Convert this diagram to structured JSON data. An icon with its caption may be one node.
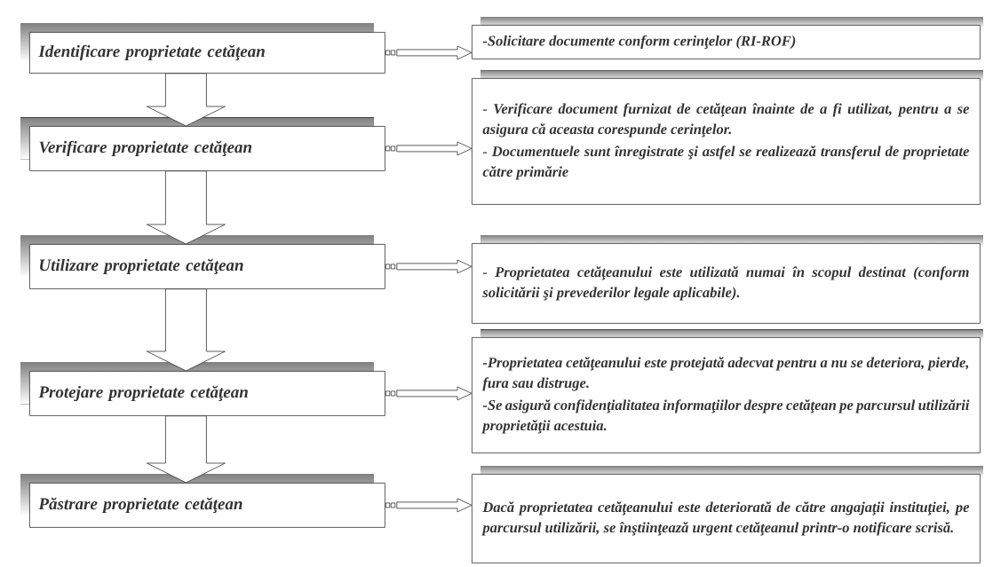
{
  "diagram": {
    "nodes": [
      {
        "text": [
          "Identificare proprietate cetăţean"
        ]
      },
      {
        "text": [
          "Verificare proprietate cetăţean"
        ]
      },
      {
        "text": [
          "Utilizare proprietate cetăţean"
        ]
      },
      {
        "text": [
          "Protejare proprietate cetăţean"
        ]
      },
      {
        "text": [
          "Păstrare proprietate cetăţean"
        ]
      },
      {
        "text": [
          "-Solicitare documente conform cerinţelor (RI-ROF)"
        ]
      },
      {
        "text": [
          "- Verificare document furnizat de cetăţean înainte de a fi utilizat, pentru a se asigura că aceasta corespunde cerinţelor.",
          "- Documentuele sunt înregistrate şi astfel se realizează transferul de proprietate către primărie"
        ]
      },
      {
        "text": [
          "- Proprietatea cetăţeanului este utilizată numai în scopul destinat (conform solicitării şi prevederilor legale aplicabile)."
        ]
      },
      {
        "text": [
          "-Proprietatea cetăţeanului este protejată adecvat pentru a nu se deteriora, pierde, fura sau distruge.",
          "-Se asigură confidenţialitatea informaţiilor despre cetăţean pe parcursul utilizării proprietăţii acestuia."
        ]
      },
      {
        "text": [
          "Dacă proprietatea cetăţeanului este deteriorată de către angajaţii instituţiei, pe parcursul utilizării, se înştiinţează urgent cetăţeanul printr-o notificare scrisă."
        ]
      }
    ],
    "edges": [
      {
        "from": 0,
        "to": 1,
        "arrow": "to"
      },
      {
        "from": 1,
        "to": 2,
        "arrow": "to"
      },
      {
        "from": 2,
        "to": 3,
        "arrow": "to"
      },
      {
        "from": 3,
        "to": 4,
        "arrow": "to"
      },
      {
        "from": 0,
        "to": 5,
        "arrow": "to"
      },
      {
        "from": 1,
        "to": 6,
        "arrow": "to"
      },
      {
        "from": 2,
        "to": 7,
        "arrow": "to"
      },
      {
        "from": 3,
        "to": 8,
        "arrow": "to"
      },
      {
        "from": 4,
        "to": 9,
        "arrow": "to"
      }
    ]
  }
}
